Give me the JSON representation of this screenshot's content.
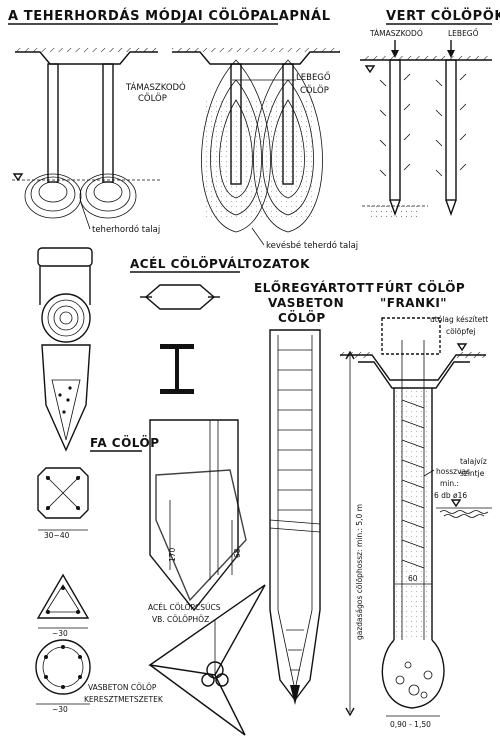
{
  "section_top": {
    "title": "A TEHERHORDÁS MÓDJAI CÖLÖPALAPNÁL",
    "label_tamaszkodo": "TÁMASZKODÓ",
    "label_colop": "CÖLÖP",
    "label_lebego": "LEBEGŐ",
    "label_colop2": "CÖLÖP",
    "label_teherhordo": "teherhordó talaj",
    "label_kevesbe": "kevésbé teherdó talaj"
  },
  "section_vert": {
    "title": "VERT CÖLÖPÖK",
    "label_tamaszkodo": "TÁMASZKODÓ",
    "label_lebego": "LEBEGŐ"
  },
  "section_acel": {
    "title": "ACÉL CÖLÖPVÁLTOZATOK",
    "tip_label_1": "ACÉL CÖLÖPCSÚCS",
    "tip_label_2": "VB. CÖLÖPHÖZ"
  },
  "section_fa": {
    "title": "FA CÖLÖP",
    "dim_170": "170",
    "dim_68": "68"
  },
  "section_vb": {
    "dim_square": "30~40",
    "dim_triangle": "~30",
    "dim_circle": "~30",
    "label_1": "VASBETON CÖLÖP",
    "label_2": "KERESZTMETSZETEK"
  },
  "section_eloregyartott": {
    "title_1": "ELŐREGYÁRTOTT",
    "title_2": "VASBETON",
    "title_3": "CÖLÖP"
  },
  "section_furt": {
    "title_1": "FÚRT CÖLÖP",
    "title_2": "\"FRANKI\"",
    "label_utolag_1": "utólag készített",
    "label_utolag_2": "cölöpfej",
    "label_hosszvas": "hosszvas",
    "label_min": "min.:",
    "label_rebar": "6 db ø16",
    "label_talajviz_1": "talajvíz",
    "label_talajviz_2": "szintje",
    "label_vertical": "gazdaságos cölöphossz: min.: 5,0 m",
    "dim_60": "60",
    "dim_bulb": "0,90 - 1,50"
  }
}
